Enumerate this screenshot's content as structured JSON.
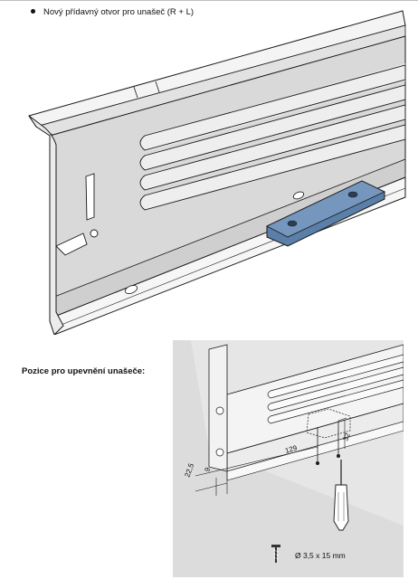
{
  "header": {
    "bullet_text": "Nový přídavný otvor pro unašeč (R + L)"
  },
  "section": {
    "caption": "Pozice pro upevnění unašeče:"
  },
  "diagram": {
    "dim_22_5": "22,5",
    "dim_9": "9",
    "dim_129": "129",
    "dim_32": "32",
    "screw_label": "Ø 3,5 x 15 mm"
  },
  "colors": {
    "bracket_blue": "#5a7fa8",
    "panel_gray": "#dcdcdc",
    "rail_white": "#f2f2f2",
    "line": "#1a1a1a"
  }
}
